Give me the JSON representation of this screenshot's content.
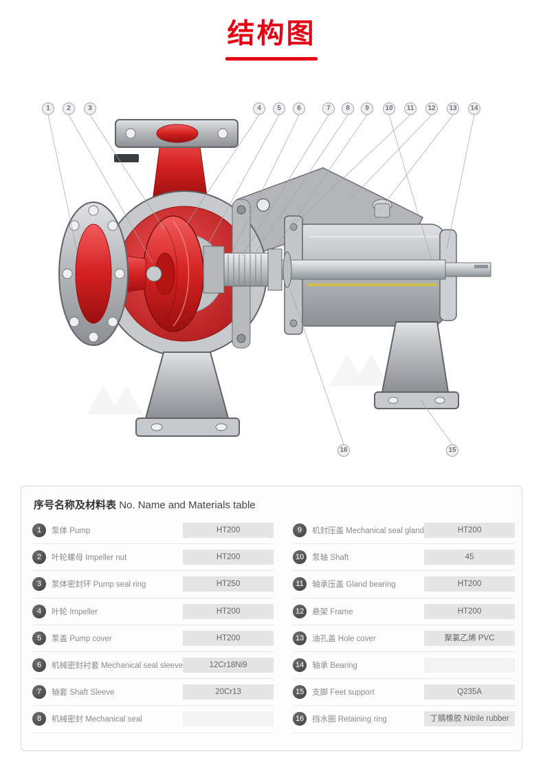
{
  "title": "结构图",
  "diagram": {
    "callouts": [
      "1",
      "2",
      "3",
      "4",
      "5",
      "6",
      "7",
      "8",
      "9",
      "10",
      "11",
      "12",
      "13",
      "14",
      "15",
      "16"
    ]
  },
  "table": {
    "header_cn": "序号名称及材料表",
    "header_en": "No. Name and Materials table",
    "rows": [
      {
        "no": "1",
        "name": "泵体 Pump",
        "material": "HT200"
      },
      {
        "no": "2",
        "name": "叶轮螺母 Impeller nut",
        "material": "HT200"
      },
      {
        "no": "3",
        "name": "泵体密封环 Pump seal ring",
        "material": "HT250"
      },
      {
        "no": "4",
        "name": "叶轮 Impeller",
        "material": "HT200"
      },
      {
        "no": "5",
        "name": "泵盖 Pump cover",
        "material": "HT200"
      },
      {
        "no": "6",
        "name": "机械密封衬套 Mechanical seal sleeve",
        "material": "12Cr18Ni9"
      },
      {
        "no": "7",
        "name": "轴套 Shaft Sleeve",
        "material": "20Cr13"
      },
      {
        "no": "8",
        "name": "机械密封 Mechanical seal",
        "material": ""
      },
      {
        "no": "9",
        "name": "机封压盖 Mechanical seal gland",
        "material": "HT200"
      },
      {
        "no": "10",
        "name": "泵轴 Shaft",
        "material": "45"
      },
      {
        "no": "11",
        "name": "轴承压盖 Gland bearing",
        "material": "HT200"
      },
      {
        "no": "12",
        "name": "悬架 Frame",
        "material": "HT200"
      },
      {
        "no": "13",
        "name": "油孔盖 Hole cover",
        "material": "聚氯乙烯 PVC"
      },
      {
        "no": "14",
        "name": "轴承 Bearing",
        "material": ""
      },
      {
        "no": "15",
        "name": "支脚 Feet support",
        "material": "Q235A"
      },
      {
        "no": "16",
        "name": "挡水圈 Retaining ring",
        "material": "丁腈橡胶 Nitrile rubber"
      }
    ]
  }
}
